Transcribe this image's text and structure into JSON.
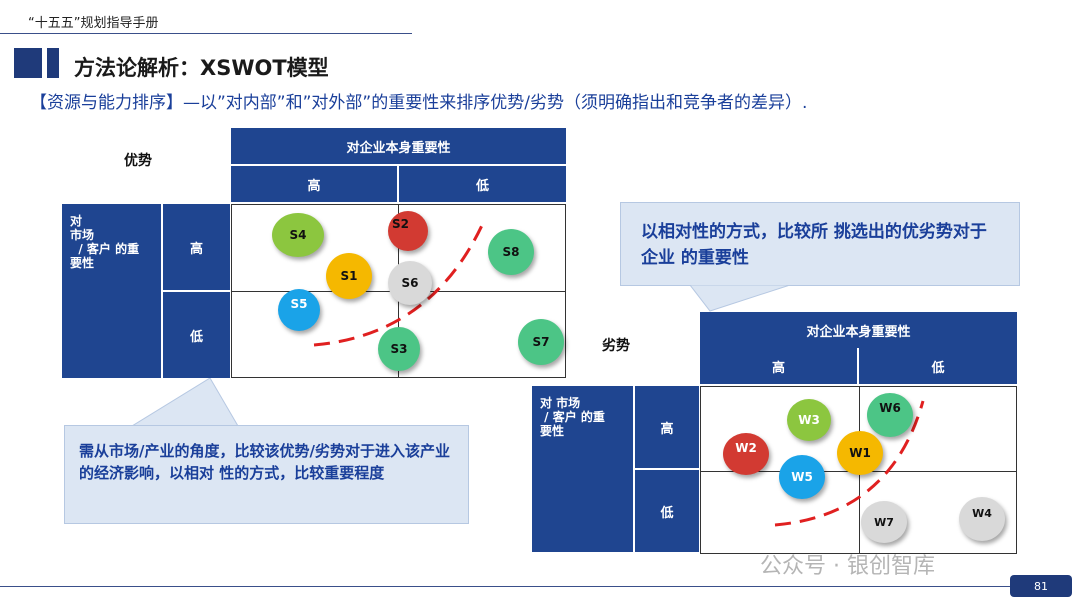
{
  "header": {
    "doc_title": "“十五五”规划指导手册"
  },
  "section": {
    "title": "方法论解析：XSWOT模型",
    "subtitle": "【资源与能力排序】—以”对内部”和”对外部”的重要性来排序优势/劣势（须明确指出和竞争者的差异）."
  },
  "strengths": {
    "label": "优势",
    "col_header": "对企业本身重要性",
    "col_high": "高",
    "col_low": "低",
    "row_header": "对\n市场\n  / 客户 的重\n要性",
    "row_high": "高",
    "row_low": "低",
    "bubbles": [
      {
        "id": "S4",
        "color": "#8cc63f"
      },
      {
        "id": "S2",
        "color": "#d23a32"
      },
      {
        "id": "S1",
        "color": "#f5b800"
      },
      {
        "id": "S6",
        "color": "#d9d9d9"
      },
      {
        "id": "S8",
        "color": "#4cc586"
      },
      {
        "id": "S5",
        "color": "#1aa3e8"
      },
      {
        "id": "S3",
        "color": "#4cc586"
      },
      {
        "id": "S7",
        "color": "#4cc586"
      }
    ]
  },
  "weaknesses": {
    "label": "劣势",
    "col_header": "对企业本身重要性",
    "col_high": "高",
    "col_low": "低",
    "row_header": "对 市场\n / 客户 的重\n要性",
    "row_high": "高",
    "row_low": "低",
    "bubbles": [
      {
        "id": "W3",
        "color": "#8cc63f"
      },
      {
        "id": "W6",
        "color": "#4cc586"
      },
      {
        "id": "W2",
        "color": "#d23a32"
      },
      {
        "id": "W1",
        "color": "#f5b800"
      },
      {
        "id": "W5",
        "color": "#1aa3e8"
      },
      {
        "id": "W7",
        "color": "#d9d9d9"
      },
      {
        "id": "W4",
        "color": "#d9d9d9"
      }
    ]
  },
  "callouts": {
    "right": "以相对性的方式，比较所   挑选出的优劣势对于企业 的重要性",
    "left": "需从市场/产业的角度，比较该优势/劣势对于进入该产业的经济影响，以相对   性的方式，比较重要程度"
  },
  "footer": {
    "page_number": "81",
    "watermark": "公众号 · 银创智库"
  },
  "colors": {
    "table_blue": "#1f4590",
    "title_blue": "#1a3f9a",
    "curve_red": "#e02020"
  }
}
